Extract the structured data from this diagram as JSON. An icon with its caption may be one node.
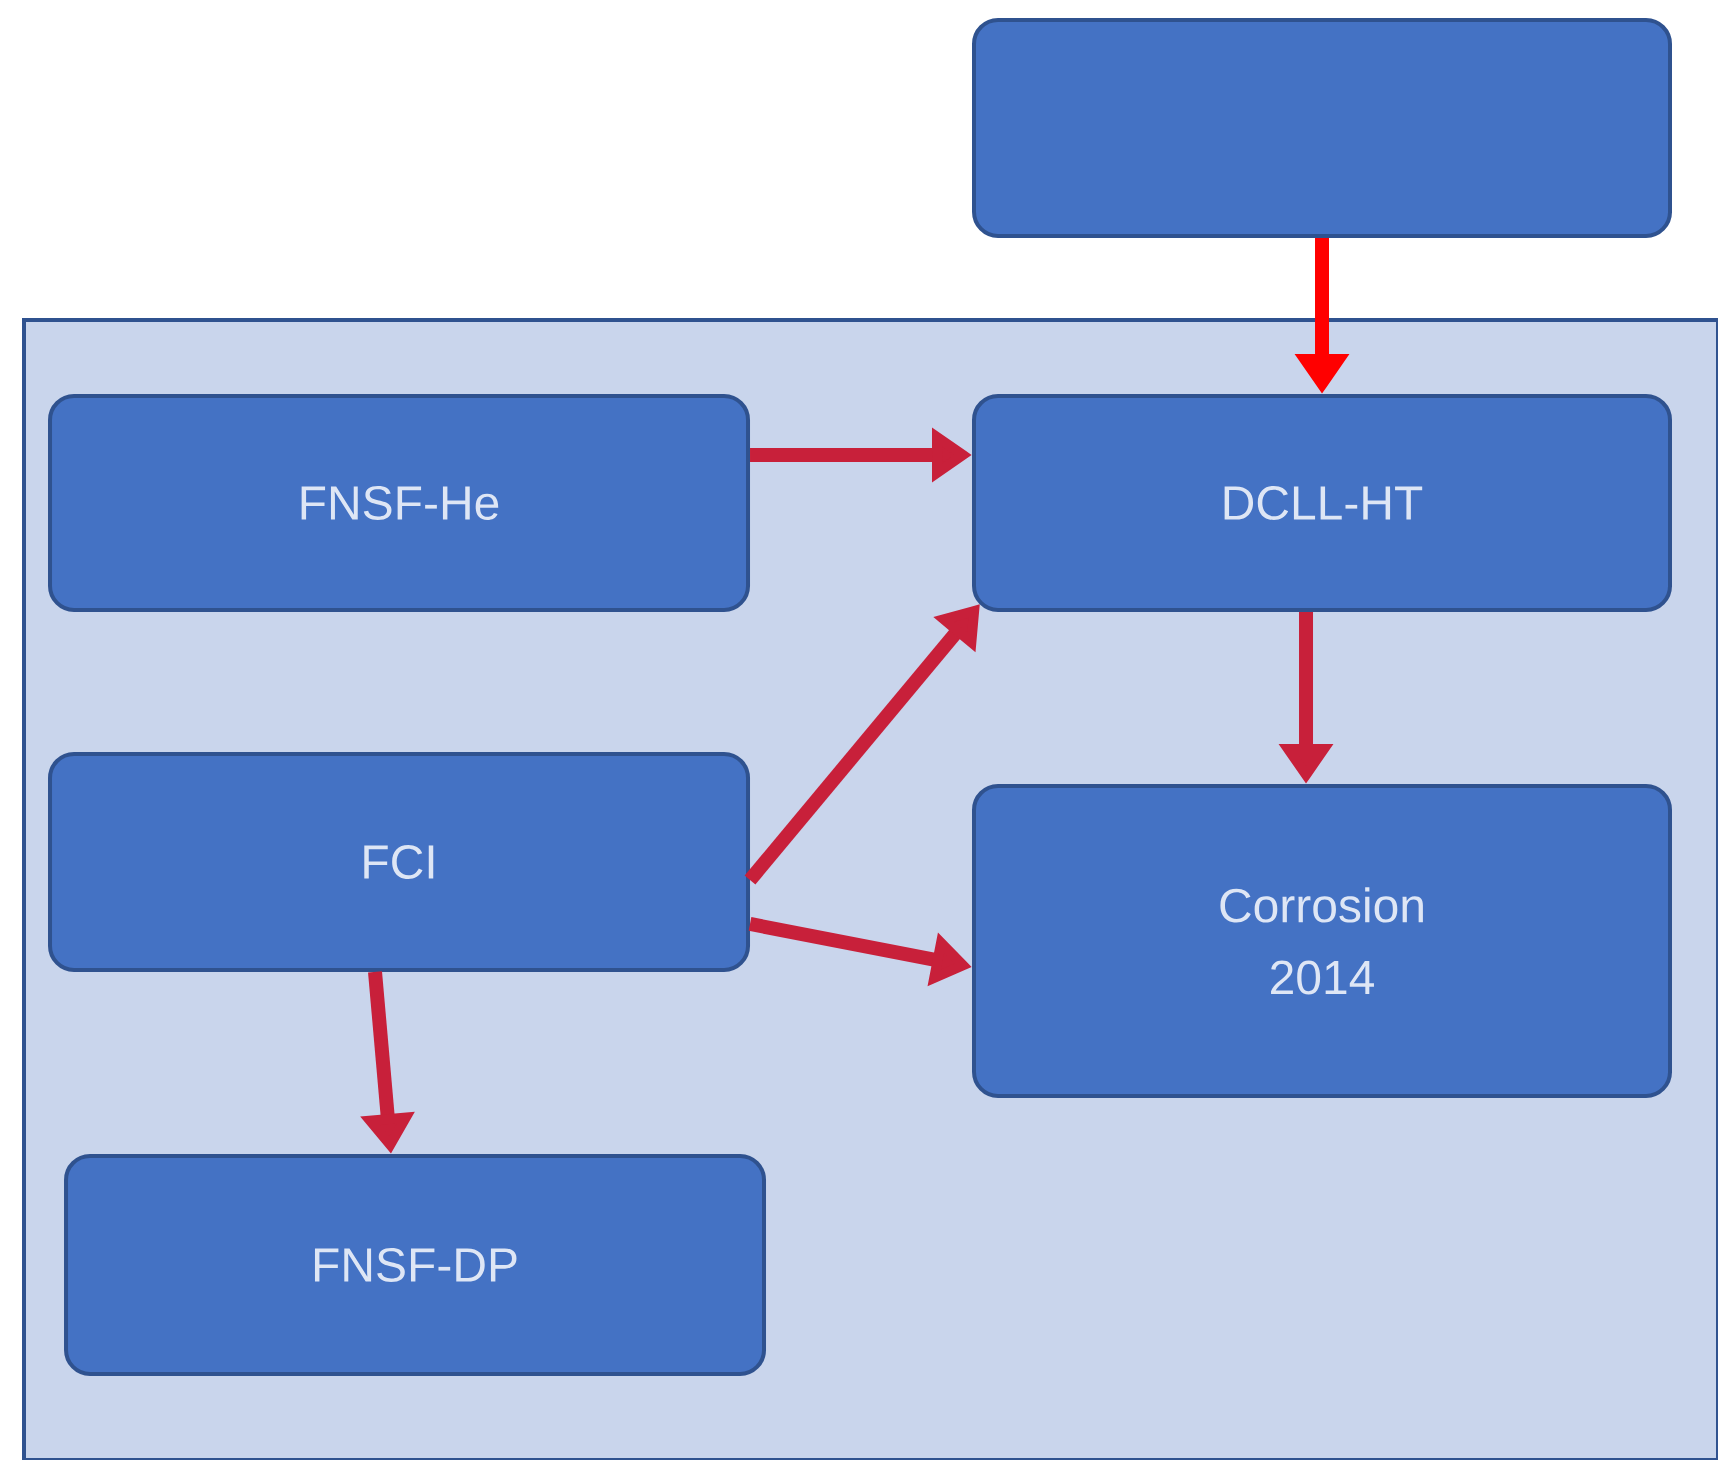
{
  "diagram": {
    "nodes": [
      {
        "text": [],
        "shape": "box"
      },
      {
        "text": [],
        "shape": "box"
      },
      {
        "text": [
          "FNSF-He"
        ],
        "in": 0
      },
      {
        "text": [
          "DCLL-HT"
        ],
        "in": 0
      },
      {
        "text": [
          "FCI"
        ],
        "in": 0
      },
      {
        "text": [
          "Corrosion 2014"
        ],
        "in": 0
      },
      {
        "text": [
          "FNSF-DP"
        ],
        "in": 0
      }
    ],
    "edges": [
      {
        "from": 1,
        "to": 3,
        "arrow": "to",
        "color": "#ff0000"
      },
      {
        "from": 2,
        "to": 3,
        "arrow": "to"
      },
      {
        "from": 4,
        "to": 3,
        "arrow": "to"
      },
      {
        "from": 4,
        "to": 5,
        "arrow": "to"
      },
      {
        "from": 3,
        "to": 5,
        "arrow": "to"
      },
      {
        "from": 4,
        "to": 6,
        "arrow": "to"
      }
    ]
  }
}
